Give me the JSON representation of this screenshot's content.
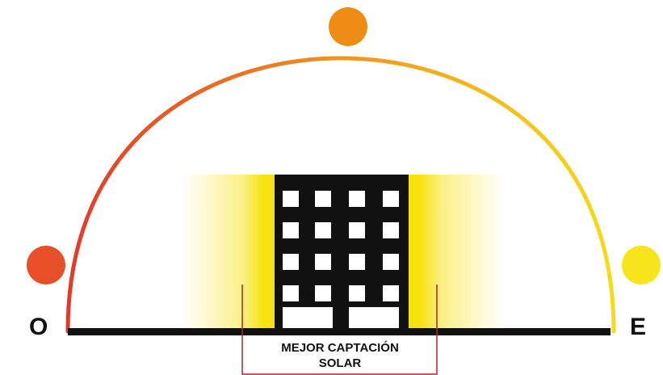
{
  "labels": {
    "west": "O",
    "east": "E",
    "caption_line1": "MEJOR CAPTACIÓN",
    "caption_line2": "SOLAR"
  },
  "colors": {
    "sun_west": "#e8502a",
    "sun_noon": "#ee8c14",
    "sun_east": "#f7e41a",
    "arc_start": "#e23a2a",
    "arc_mid": "#f0951e",
    "arc_end": "#f5dc1a",
    "building": "#111111",
    "glow": "#f7e20e",
    "bracket": "#b4232d"
  },
  "icons": {
    "sun_positions": [
      "sun-west-icon",
      "sun-noon-icon",
      "sun-east-icon"
    ],
    "building": "building-icon"
  }
}
